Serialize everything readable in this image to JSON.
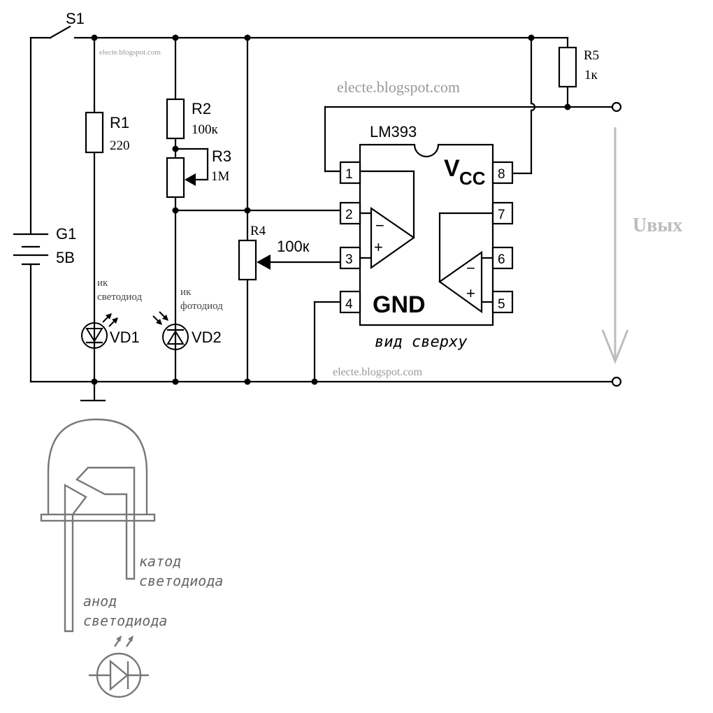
{
  "switch": {
    "label": "S1"
  },
  "battery": {
    "name": "G1",
    "value": "5В"
  },
  "r1": {
    "name": "R1",
    "value": "220"
  },
  "r2": {
    "name": "R2",
    "value": "100к"
  },
  "r3": {
    "name": "R3",
    "value": "1М"
  },
  "r4": {
    "name": "R4",
    "value": "100к"
  },
  "r5": {
    "name": "R5",
    "value": "1к"
  },
  "vd1": {
    "name": "VD1",
    "desc_line1": "ик",
    "desc_line2": "светодиод"
  },
  "vd2": {
    "name": "VD2",
    "desc_line1": "ик",
    "desc_line2": "фотодиод"
  },
  "chip": {
    "name": "LM393",
    "vcc_main": "V",
    "vcc_sub": "CC",
    "gnd": "GND",
    "view": "вид сверху",
    "pins": [
      "1",
      "2",
      "3",
      "4",
      "5",
      "6",
      "7",
      "8"
    ],
    "minus": "−",
    "plus": "+"
  },
  "output": {
    "label": "Uвых"
  },
  "watermarks": [
    "electe.blogspot.com",
    "electe.blogspot.com",
    "electe.blogspot.com"
  ],
  "led_detail": {
    "cathode_line1": "катод",
    "cathode_line2": "светодиода",
    "anode_line1": "анод",
    "anode_line2": "светодиода"
  }
}
